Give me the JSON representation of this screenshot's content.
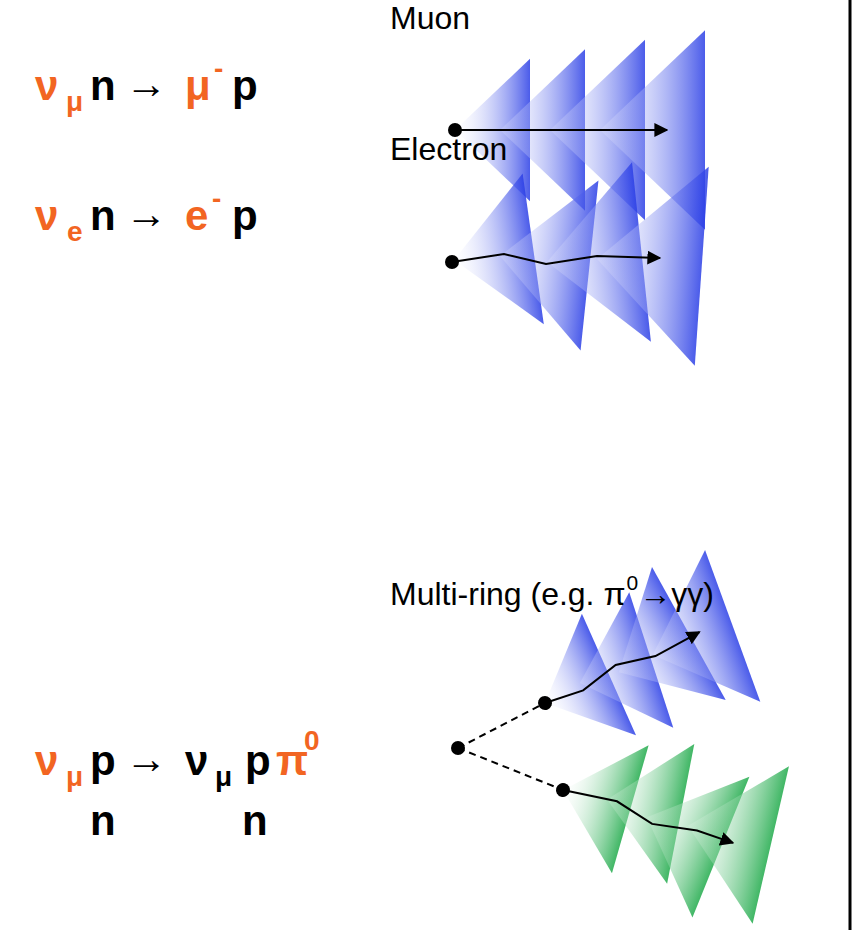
{
  "diagram": {
    "labels": [
      "Muon",
      "ν",
      "μ",
      "n",
      "→",
      "μ",
      "-",
      "p",
      "Electron",
      "ν",
      "e",
      "n",
      "→",
      "e",
      "-",
      "p",
      "Multi-ring (e.g. π",
      "0",
      "→γγ)",
      "ν",
      "μ",
      "p",
      "→",
      "ν",
      "μ",
      "p",
      "π",
      "0",
      "n",
      "n"
    ]
  }
}
